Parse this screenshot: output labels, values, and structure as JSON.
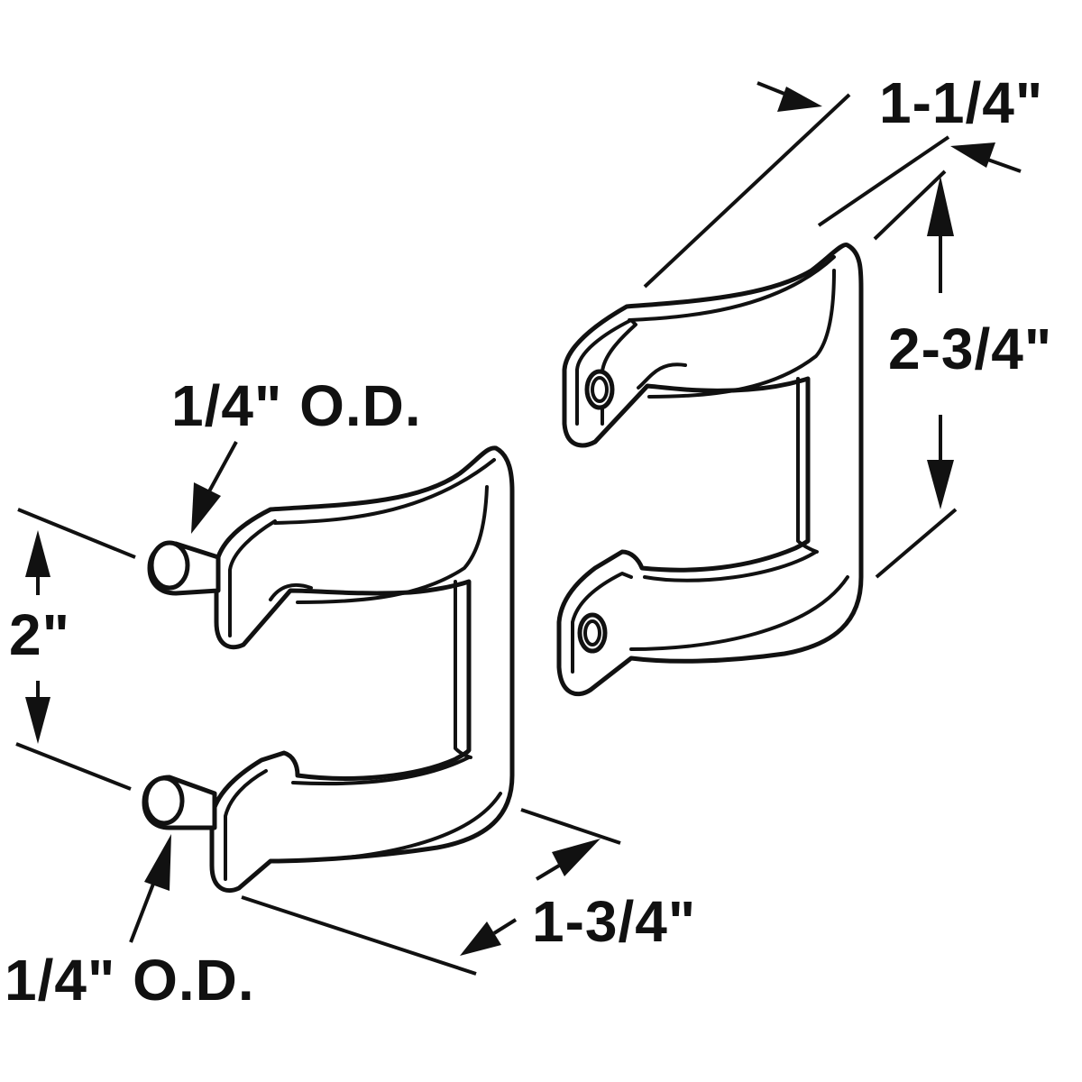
{
  "dimensions": {
    "depth_right": "1-1/4\"",
    "height_right": "2-3/4\"",
    "post_od_top": "1/4\" O.D.",
    "post_od_bottom": "1/4\" O.D.",
    "post_spacing_left": "2\"",
    "width_left": "1-3/4\""
  },
  "colors": {
    "line": "#111111",
    "background": "#ffffff"
  }
}
